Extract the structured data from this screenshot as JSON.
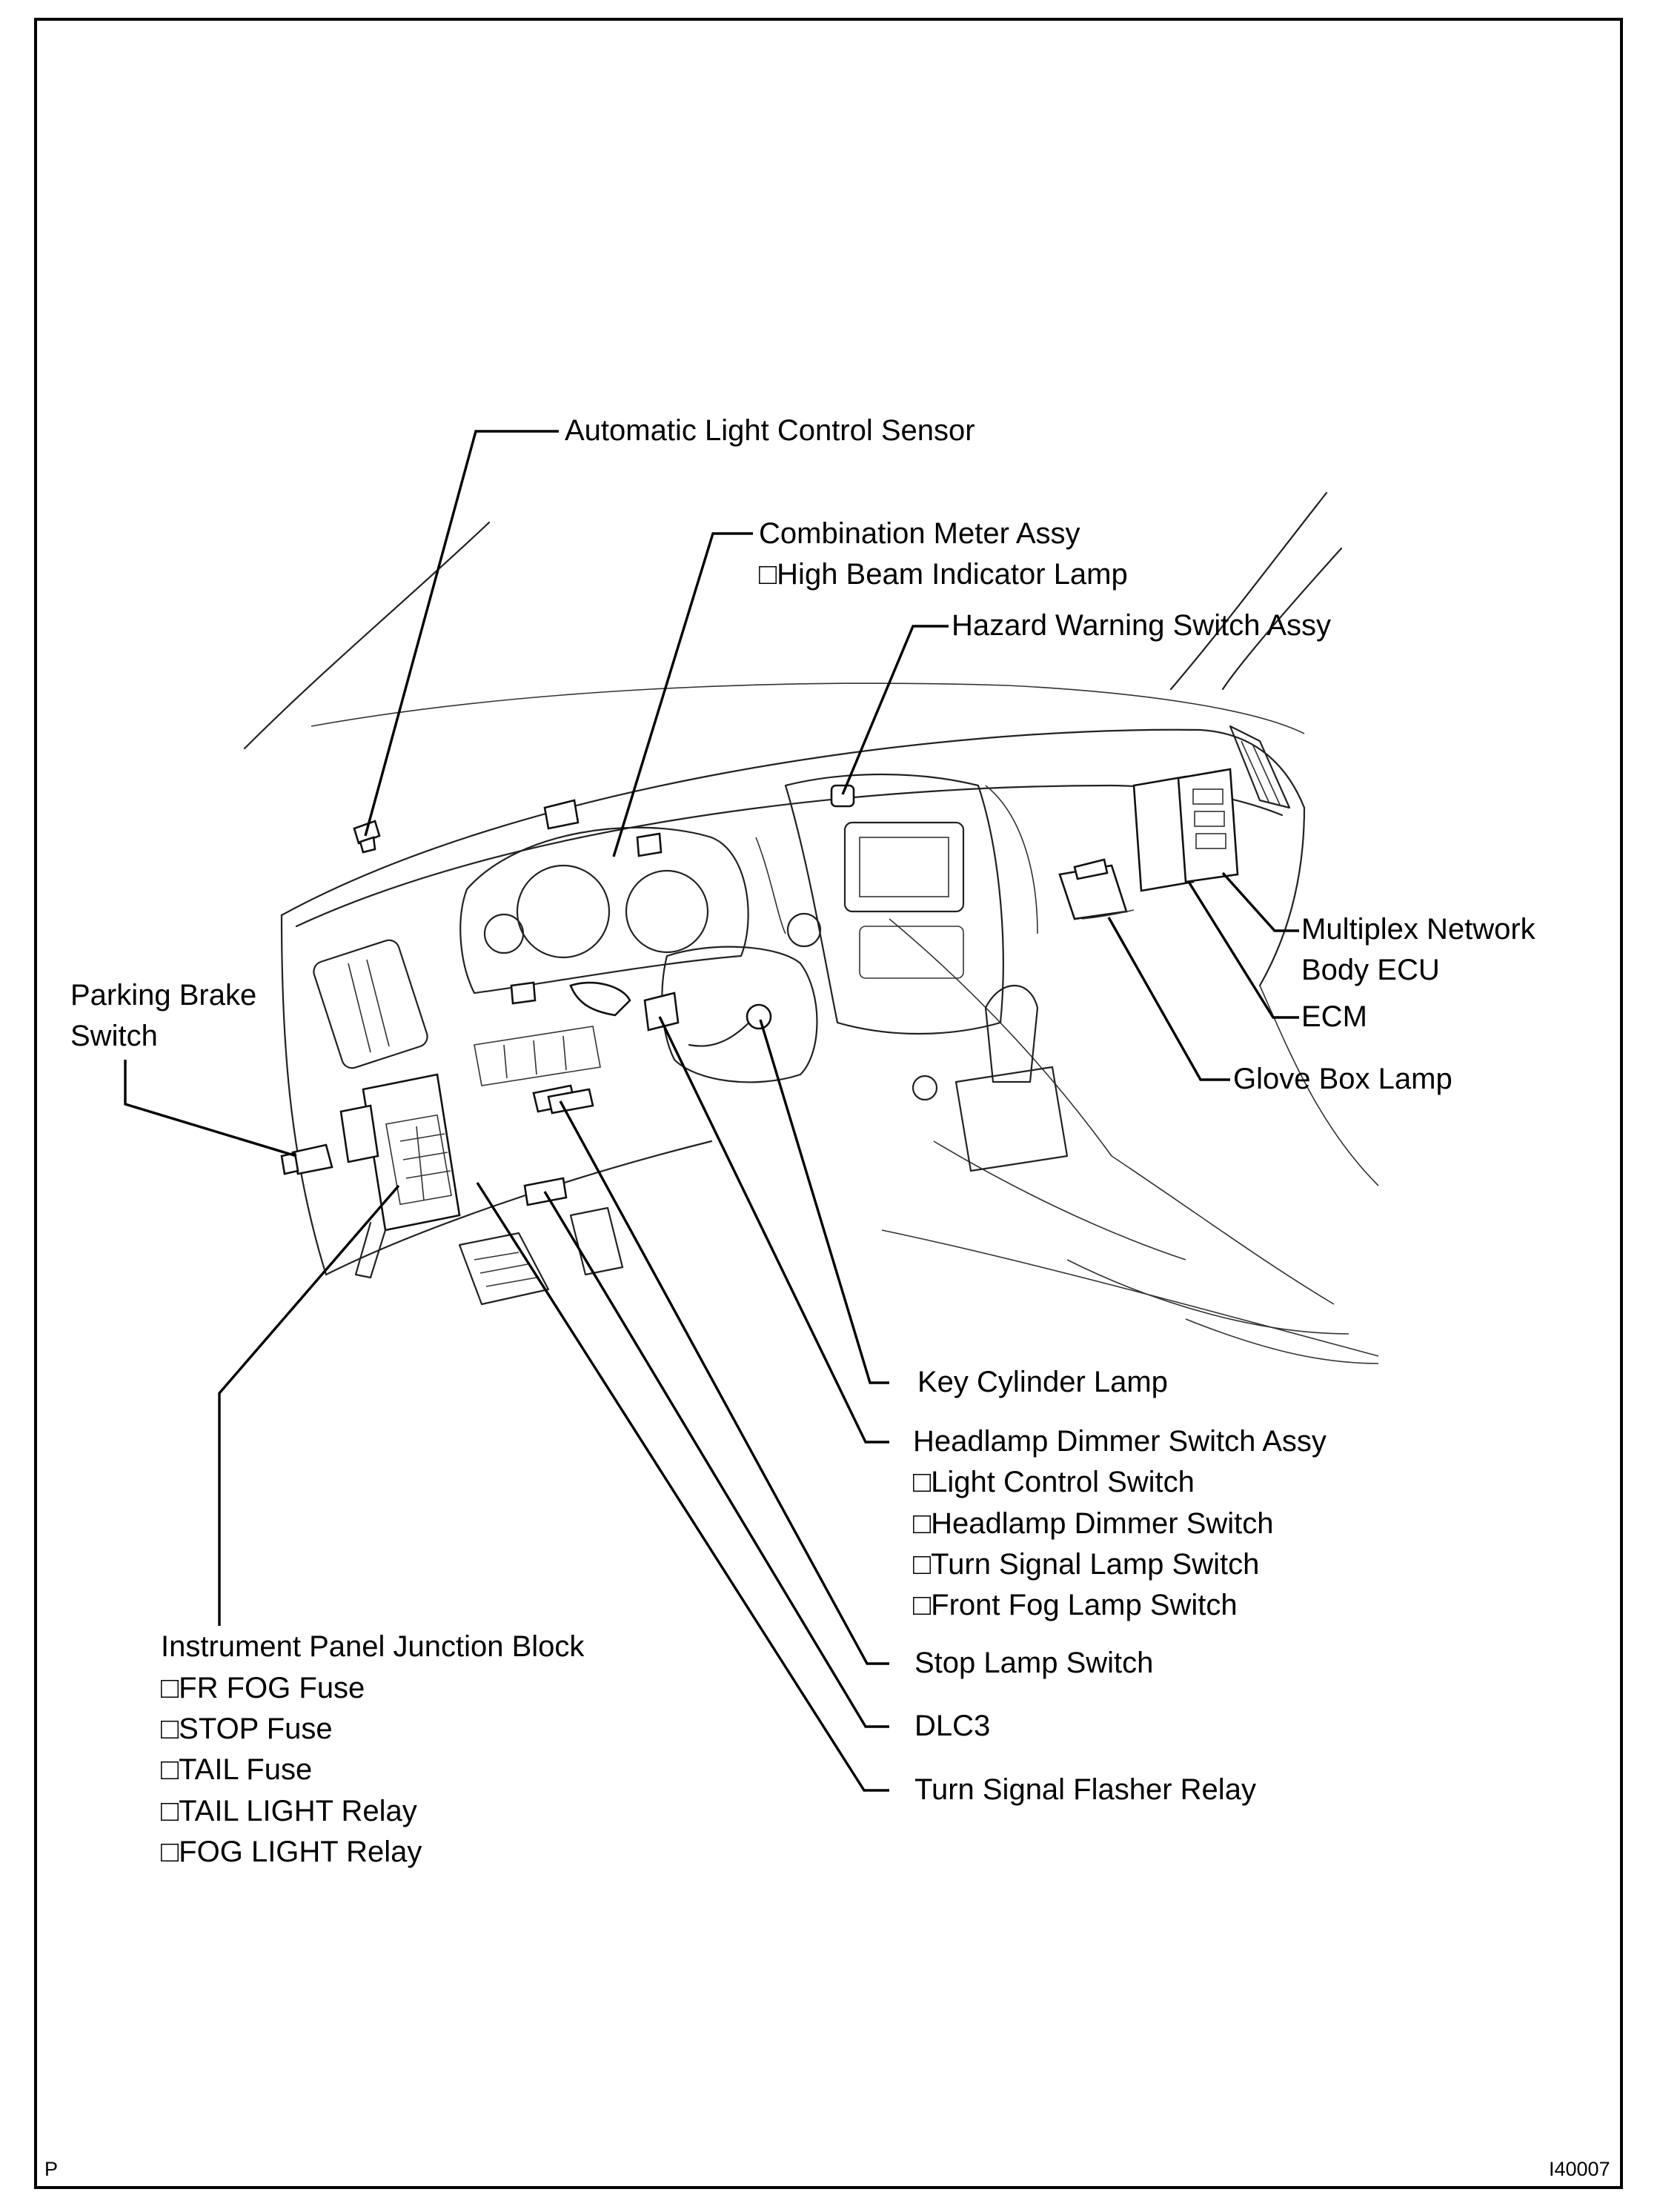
{
  "labels": {
    "auto_light_sensor": "Automatic Light Control Sensor",
    "combination_meter": "Combination Meter Assy",
    "high_beam_lamp": "High Beam Indicator Lamp",
    "hazard_switch": "Hazard Warning Switch Assy",
    "multiplex_line1": "Multiplex  Network",
    "multiplex_line2": "Body ECU",
    "ecm": "ECM",
    "glove_box_lamp": "Glove Box Lamp",
    "parking_brake_line1": "Parking Brake",
    "parking_brake_line2": "Switch",
    "key_cylinder_lamp": "Key Cylinder Lamp",
    "headlamp_dimmer_assy": "Headlamp Dimmer Switch Assy",
    "headlamp_sub": [
      "Light Control Switch",
      "Headlamp Dimmer Switch",
      "Turn Signal Lamp Switch",
      "Front Fog Lamp Switch"
    ],
    "stop_lamp_switch": "Stop Lamp Switch",
    "dlc3": "DLC3",
    "turn_signal_relay": "Turn Signal Flasher Relay",
    "ip_junction_block": "Instrument Panel Junction Block",
    "ip_sub": [
      "FR FOG Fuse",
      "STOP Fuse",
      "TAIL Fuse",
      "TAIL LIGHT Relay",
      "FOG LIGHT Relay"
    ]
  },
  "corner_left": "P",
  "corner_right": "I40007"
}
